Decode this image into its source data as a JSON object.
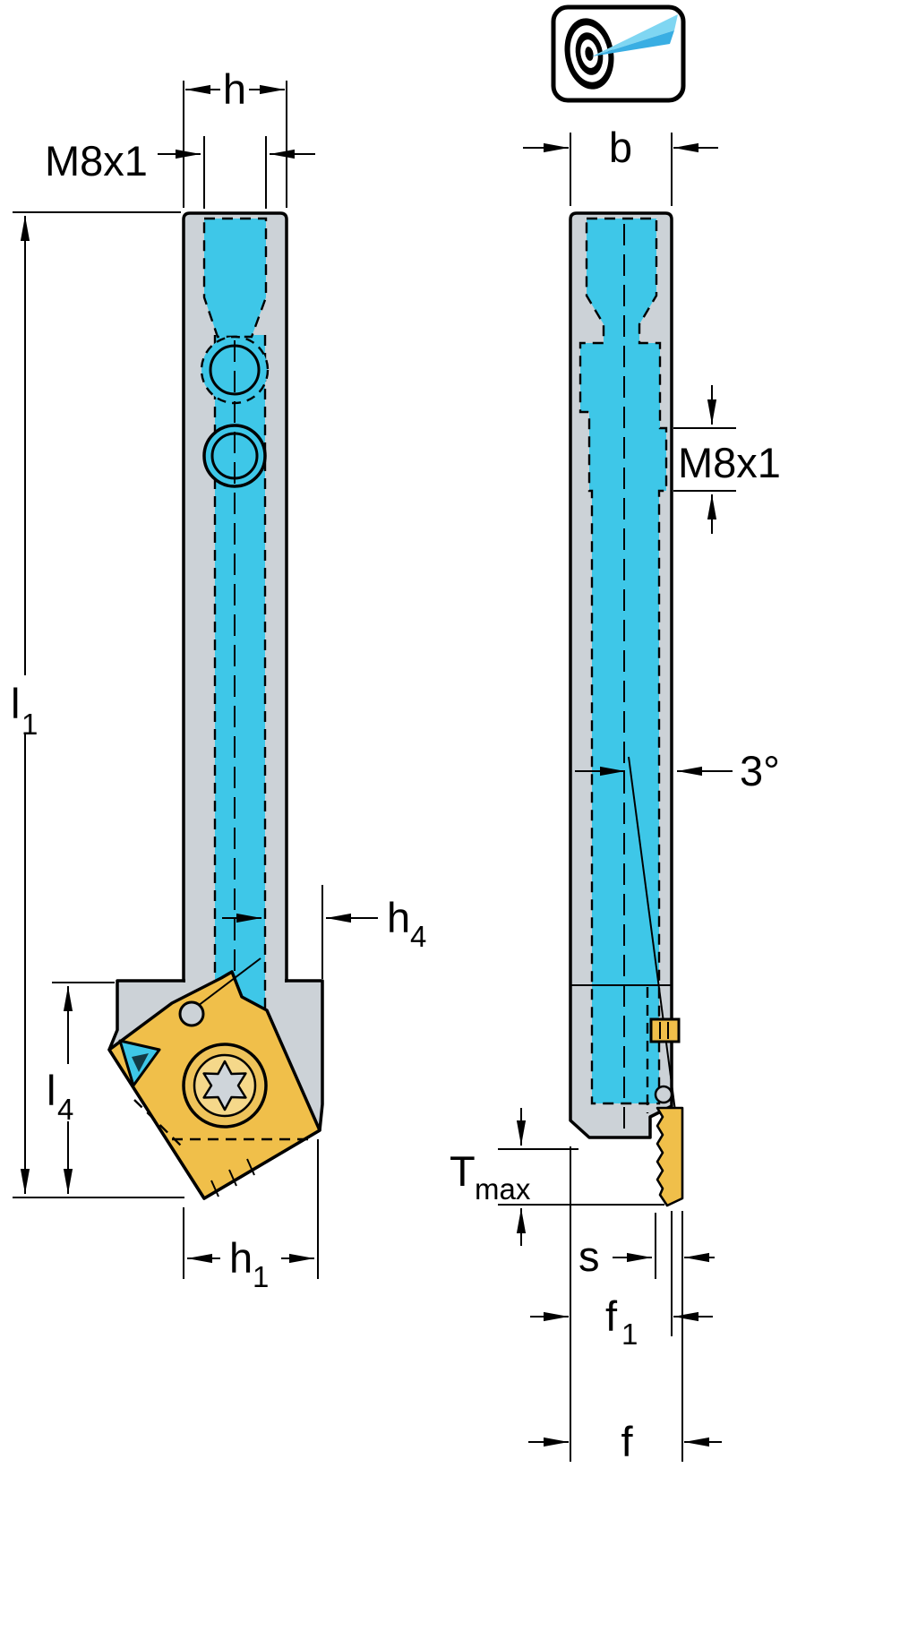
{
  "colors": {
    "background": "#ffffff",
    "body_gray": "#ccd2d7",
    "coolant_cyan": "#3ec7e8",
    "insert_yellow": "#f0bf4a",
    "screw_ring": "#eec35a",
    "screw_inner": "#f5d88a",
    "torx_gray": "#cfd5da",
    "logo_blue": "#39aee3",
    "logo_blue_light": "#7fd6f2",
    "nozzle_dark": "#123a47",
    "line_black": "#000000"
  },
  "icons": {
    "logo": "target-logo"
  },
  "dimensions": {
    "h": {
      "main": "h"
    },
    "m8x1_front": {
      "main": "M8x1"
    },
    "l1": {
      "main": "l",
      "sub": "1"
    },
    "l4": {
      "main": "l",
      "sub": "4"
    },
    "h1": {
      "main": "h",
      "sub": "1"
    },
    "h4": {
      "main": "h",
      "sub": "4"
    },
    "b": {
      "main": "b"
    },
    "m8x1_side": {
      "main": "M8x1"
    },
    "taper_angle": {
      "main": "3°"
    },
    "tmax": {
      "main": "T",
      "sub": "max"
    },
    "s": {
      "main": "s"
    },
    "f1": {
      "main": "f",
      "sub": "1"
    },
    "f": {
      "main": "f"
    }
  }
}
